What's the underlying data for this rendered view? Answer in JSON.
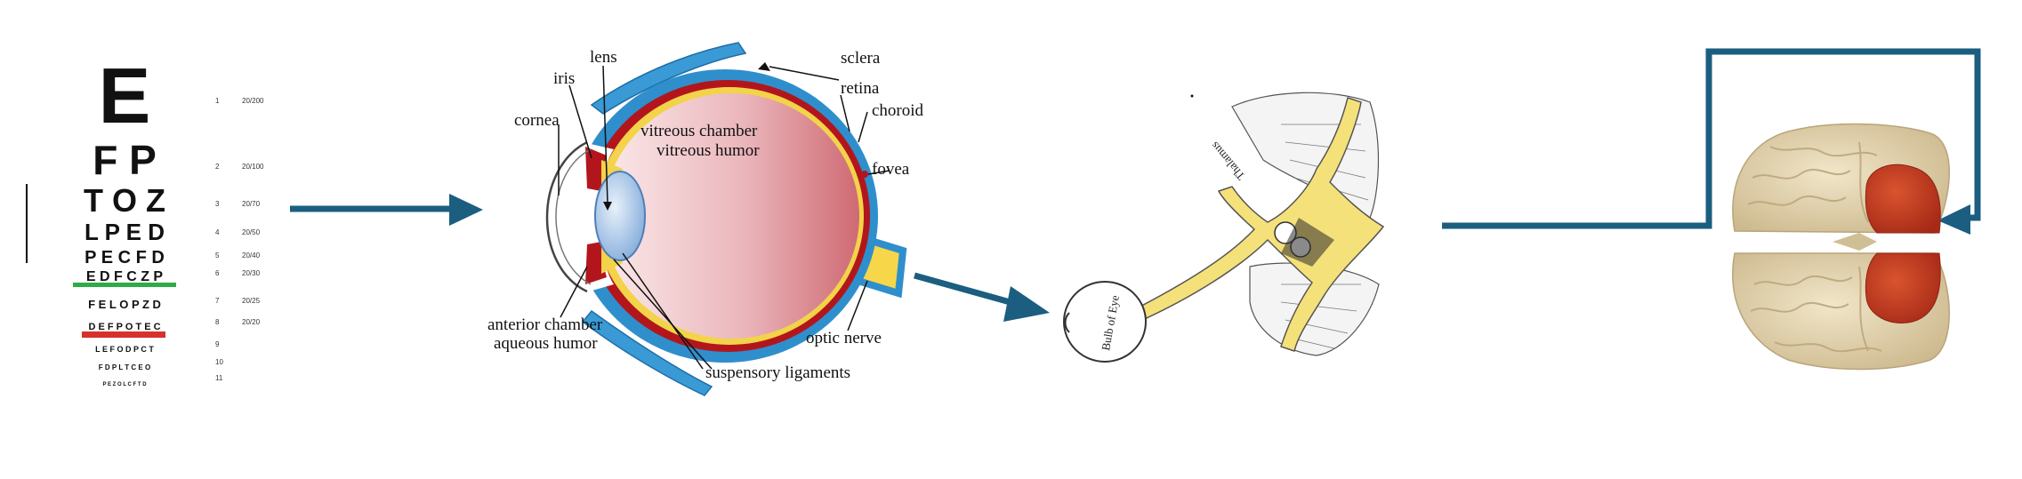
{
  "colors": {
    "arrow": "#1b5e80",
    "sclera_blue": "#2f8fcc",
    "choroid_red": "#b2161c",
    "retina_yellow": "#f2d34a",
    "nerve_yellow": "#f5e17a",
    "brain_tan": "#e6d7b3",
    "visual_cortex_red": "#c63b22",
    "chart_green_line": "#2eab47",
    "chart_red_line": "#d8302b"
  },
  "eye_chart": {
    "rows": [
      {
        "letters": "E",
        "number": "1",
        "acuity": "20/200"
      },
      {
        "letters": "F P",
        "number": "2",
        "acuity": "20/100"
      },
      {
        "letters": "T O Z",
        "number": "3",
        "acuity": "20/70"
      },
      {
        "letters": "L P E D",
        "number": "4",
        "acuity": "20/50"
      },
      {
        "letters": "P E C F D",
        "number": "5",
        "acuity": "20/40"
      },
      {
        "letters": "E D F C Z P",
        "number": "6",
        "acuity": "20/30"
      },
      {
        "letters": "F E L O P Z D",
        "number": "7",
        "acuity": "20/25"
      },
      {
        "letters": "D E F P O T E C",
        "number": "8",
        "acuity": "20/20"
      },
      {
        "letters": "L E F O D P C T",
        "number": "9",
        "acuity": ""
      },
      {
        "letters": "F D P L T C E O",
        "number": "10",
        "acuity": ""
      },
      {
        "letters": "P E Z O L C F T D",
        "number": "11",
        "acuity": ""
      }
    ]
  },
  "eye_anatomy": {
    "labels": {
      "lens": "lens",
      "sclera": "sclera",
      "iris": "iris",
      "retina": "retina",
      "choroid": "choroid",
      "cornea": "cornea",
      "vitreous_chamber": "vitreous chamber",
      "vitreous_humor": "vitreous humor",
      "fovea": "fovea",
      "anterior_chamber": "anterior chamber",
      "aqueous_humor": "aqueous humor",
      "optic_nerve": "optic nerve",
      "suspensory_ligaments": "suspensory ligaments"
    }
  },
  "visual_pathway": {
    "labels": {
      "bulb": "Bulb of Eye",
      "thalamus": "Thalamus"
    }
  }
}
